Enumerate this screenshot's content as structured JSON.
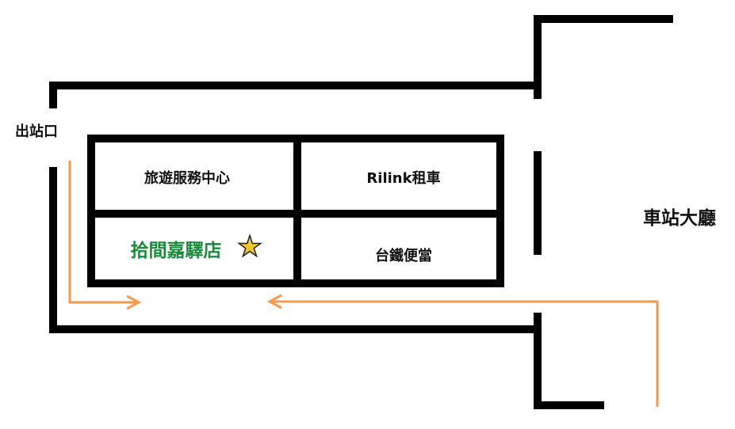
{
  "labels": {
    "exit": "出站口",
    "tourist_center": "旅遊服務中心",
    "rental": "Rilink租車",
    "hotel": "拾間嘉驛店",
    "bento": "台鐵便當",
    "hall": "車站大廳"
  },
  "icons": {
    "hotel_marker": "star-icon"
  },
  "colors": {
    "walls": "#000000",
    "route": "#f39a4c",
    "hotel_text": "#1a8a3c",
    "star": "#f2c92c"
  }
}
